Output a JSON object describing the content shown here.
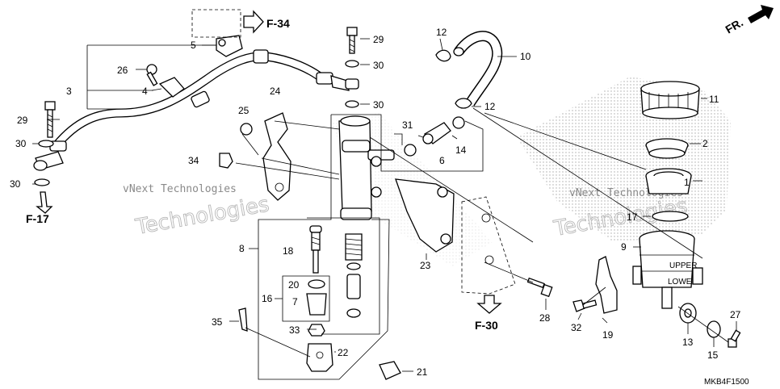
{
  "parts": [
    {
      "no": "1"
    },
    {
      "no": "2"
    },
    {
      "no": "3"
    },
    {
      "no": "4"
    },
    {
      "no": "5"
    },
    {
      "no": "6"
    },
    {
      "no": "7"
    },
    {
      "no": "8"
    },
    {
      "no": "9"
    },
    {
      "no": "10"
    },
    {
      "no": "11"
    },
    {
      "no": "12"
    },
    {
      "no": "12"
    },
    {
      "no": "13"
    },
    {
      "no": "14"
    },
    {
      "no": "15"
    },
    {
      "no": "16"
    },
    {
      "no": "17"
    },
    {
      "no": "18"
    },
    {
      "no": "19"
    },
    {
      "no": "20"
    },
    {
      "no": "21"
    },
    {
      "no": "22"
    },
    {
      "no": "23"
    },
    {
      "no": "24"
    },
    {
      "no": "25"
    },
    {
      "no": "26"
    },
    {
      "no": "27"
    },
    {
      "no": "28"
    },
    {
      "no": "29"
    },
    {
      "no": "29"
    },
    {
      "no": "30"
    },
    {
      "no": "30"
    },
    {
      "no": "30"
    },
    {
      "no": "30"
    },
    {
      "no": "31"
    },
    {
      "no": "32"
    },
    {
      "no": "33"
    },
    {
      "no": "34"
    },
    {
      "no": "35"
    }
  ],
  "refs": {
    "f34": "F-34",
    "f17": "F-17",
    "f30": "F-30",
    "fr": "FR."
  },
  "reservoir_text": {
    "upper": "UPPER",
    "lower": "LOWER"
  },
  "diagram_code": "MKB4F1500",
  "watermark": {
    "line1": "vNext Technologies",
    "line2": "Technologies"
  }
}
